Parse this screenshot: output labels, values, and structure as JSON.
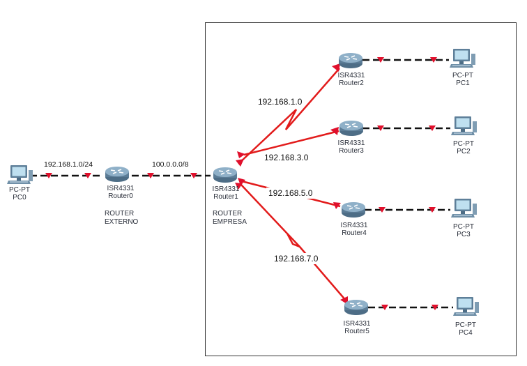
{
  "colors": {
    "link_red": "#e21b1b",
    "cable": "#111111",
    "triangle": "#e0102c",
    "router_body": "#6f8fa7",
    "frame": "#333333"
  },
  "devices": {
    "pc0": {
      "type": "PC-PT",
      "name": "PC0",
      "icon": "pc-icon"
    },
    "router0": {
      "type": "ISR4331",
      "name": "Router0",
      "icon": "router-icon"
    },
    "router1": {
      "type": "ISR4331",
      "name": "Router1",
      "icon": "router-icon"
    },
    "router2": {
      "type": "ISR4331",
      "name": "Router2",
      "icon": "router-icon"
    },
    "router3": {
      "type": "ISR4331",
      "name": "Router3",
      "icon": "router-icon"
    },
    "router4": {
      "type": "ISR4331",
      "name": "Router4",
      "icon": "router-icon"
    },
    "router5": {
      "type": "ISR4331",
      "name": "Router5",
      "icon": "router-icon"
    },
    "pc1": {
      "type": "PC-PT",
      "name": "PC1",
      "icon": "pc-icon"
    },
    "pc2": {
      "type": "PC-PT",
      "name": "PC2",
      "icon": "pc-icon"
    },
    "pc3": {
      "type": "PC-PT",
      "name": "PC3",
      "icon": "pc-icon"
    },
    "pc4": {
      "type": "PC-PT",
      "name": "PC4",
      "icon": "pc-icon"
    }
  },
  "notes": {
    "router0_line1": "ROUTER",
    "router0_line2": "EXTERNO",
    "router1_line1": "ROUTER",
    "router1_line2": "EMPRESA"
  },
  "networks": {
    "lan_pc0": "192.168.1.0/24",
    "wan": "100.0.0.0/8",
    "net_r2": "192.168.1.0",
    "net_r3": "192.168.3.0",
    "net_r4": "192.168.5.0",
    "net_r5": "192.168.7.0"
  }
}
